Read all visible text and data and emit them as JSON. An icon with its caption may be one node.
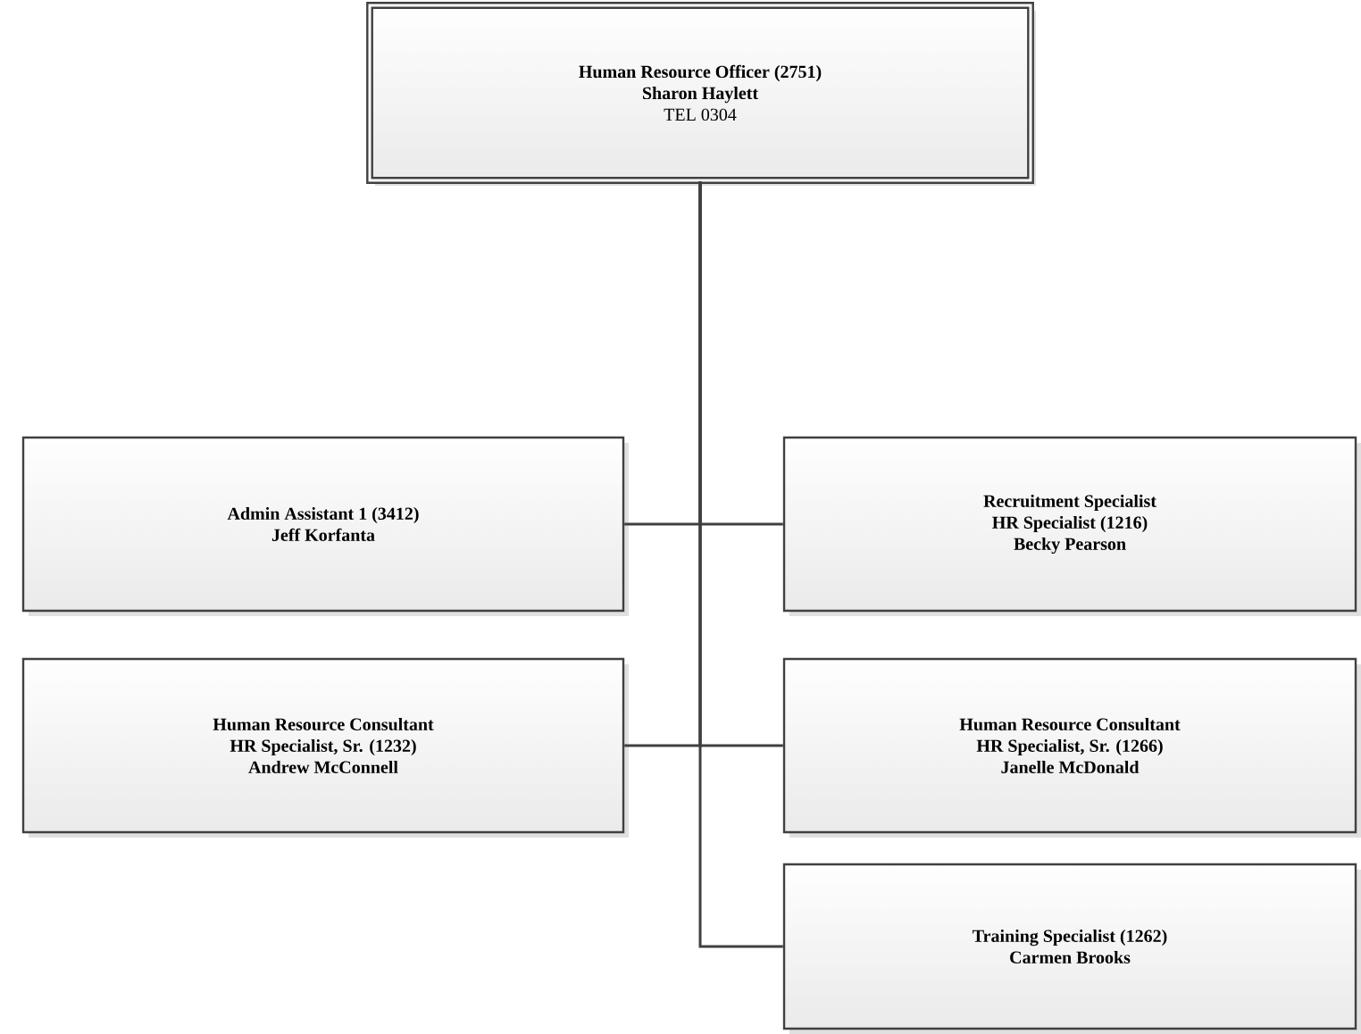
{
  "diagram": {
    "nodes": [
      {
        "text": [
          "Human Resource Officer (2751)",
          "Sharon Haylett",
          "TEL 0304"
        ]
      },
      {
        "text": [
          "Admin Assistant 1 (3412)",
          "Jeff Korfanta"
        ]
      },
      {
        "text": [
          "Recruitment Specialist",
          "HR Specialist (1216)",
          "Becky Pearson"
        ]
      },
      {
        "text": [
          "Human Resource Consultant",
          "HR Specialist, Sr. (1232)",
          "Andrew McConnell"
        ]
      },
      {
        "text": [
          "Human Resource Consultant",
          "HR Specialist, Sr. (1266)",
          "Janelle McDonald"
        ]
      },
      {
        "text": [
          "Training Specialist (1262)",
          "Carmen Brooks"
        ]
      }
    ],
    "edges": [
      {
        "from": 0,
        "to": 1,
        "arrow": "none"
      },
      {
        "from": 0,
        "to": 2,
        "arrow": "none"
      },
      {
        "from": 0,
        "to": 3,
        "arrow": "none"
      },
      {
        "from": 0,
        "to": 4,
        "arrow": "none"
      },
      {
        "from": 0,
        "to": 5,
        "arrow": "none"
      }
    ]
  }
}
